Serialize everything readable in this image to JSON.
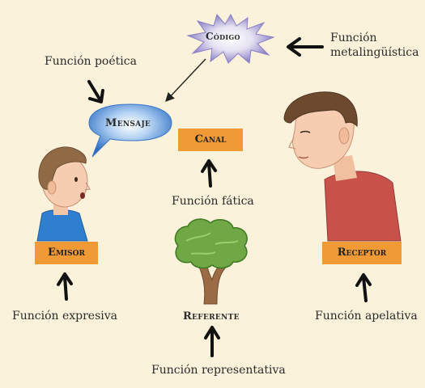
{
  "nodes": {
    "codigo": "Código",
    "mensaje": "Mensaje",
    "canal": "Canal",
    "emisor": "Emisor",
    "receptor": "Receptor",
    "referente": "Referente"
  },
  "functions": {
    "metalinguistica_1": "Función",
    "metalinguistica_2": "metalingüística",
    "poetica": "Función poética",
    "fatica": "Función fática",
    "expresiva": "Función expresiva",
    "apelativa": "Función apelativa",
    "representativa": "Función representativa"
  },
  "colors": {
    "background": "#fbf2dc",
    "box": "#ef9a34",
    "bubble": "#4a86d6",
    "burst": "#8a7fc6",
    "tree": "#6fa844"
  }
}
